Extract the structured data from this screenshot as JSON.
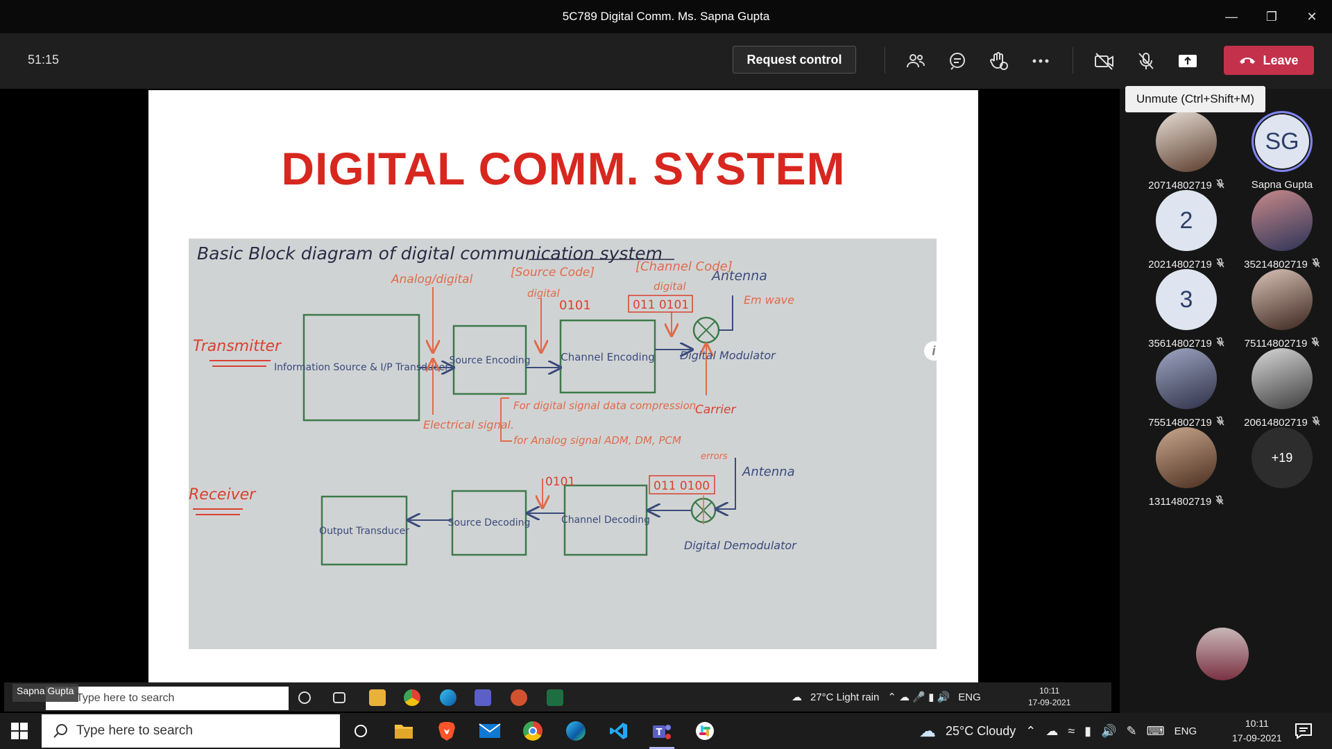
{
  "window": {
    "title": "5C789 Digital Comm. Ms. Sapna Gupta"
  },
  "toolbar": {
    "timer": "51:15",
    "request_control_label": "Request control",
    "leave_label": "Leave",
    "unmute_tooltip": "Unmute (Ctrl+Shift+M)",
    "leave_color": "#c4314b"
  },
  "slide": {
    "title": "DIGITAL COMM. SYSTEM",
    "title_color": "#d7271f",
    "board": {
      "heading": "Basic Block diagram of digital communication system",
      "transmitter_label": "Transmitter",
      "receiver_label": "Receiver",
      "tx_blocks": [
        "Information Source & I/P Transducer",
        "Source Encoding",
        "Channel Encoding"
      ],
      "rx_blocks": [
        "Output Transducer",
        "Source Decoding",
        "Channel Decoding"
      ],
      "annotations": {
        "analog_digital": "Analog/digital",
        "source_code": "[Source Code]",
        "channel_code": "[Channel Code]",
        "digital1": "digital",
        "digital2": "digital",
        "bits_0101_tx": "0101",
        "bits_011_tx": "011 0101",
        "antenna_tx": "Antenna",
        "em_wave": "Em wave",
        "digital_modulator": "Digital Modulator",
        "carrier": "Carrier",
        "electrical_signal": "Electrical signal.",
        "note1": "For digital signal data compression",
        "note2": "for Analog signal ADM, DM, PCM",
        "errors": "errors",
        "bits_0101_rx": "0101",
        "bits_011_rx": "011 0100",
        "antenna_rx": "Antenna",
        "digital_demodulator": "Digital Demodulator"
      }
    }
  },
  "inner_taskbar": {
    "presenter_name": "Sapna Gupta",
    "search_placeholder": "Type here to search",
    "weather": "27°C  Light rain",
    "lang": "ENG",
    "time": "10:11",
    "date": "17-09-2021"
  },
  "participants": [
    {
      "name": "20714802719",
      "type": "photo",
      "muted": true
    },
    {
      "name": "Sapna Gupta",
      "type": "initials",
      "initials": "SG",
      "muted": false,
      "presenter": true
    },
    {
      "name": "20214802719",
      "type": "initials",
      "initials": "2",
      "muted": true
    },
    {
      "name": "35214802719",
      "type": "photo",
      "muted": true
    },
    {
      "name": "35614802719",
      "type": "initials",
      "initials": "3",
      "muted": true
    },
    {
      "name": "75114802719",
      "type": "photo",
      "muted": true
    },
    {
      "name": "75514802719",
      "type": "photo",
      "muted": true
    },
    {
      "name": "20614802719",
      "type": "photo",
      "muted": true
    },
    {
      "name": "13114802719",
      "type": "photo",
      "muted": true
    },
    {
      "name": "",
      "type": "overflow",
      "initials": "+19",
      "muted": false
    }
  ],
  "taskbar": {
    "search_placeholder": "Type here to search",
    "weather": "25°C  Cloudy",
    "lang": "ENG",
    "time": "10:11",
    "date": "17-09-2021"
  }
}
